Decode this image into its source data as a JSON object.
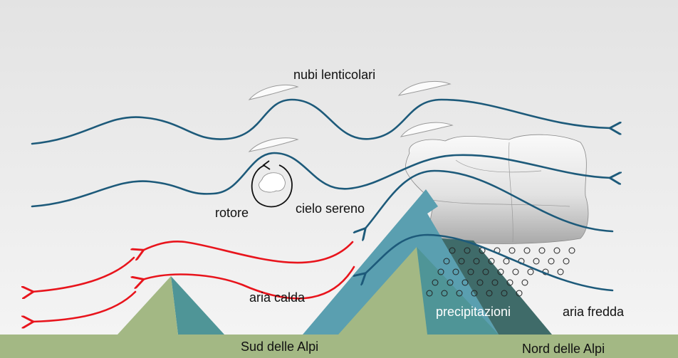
{
  "labels": {
    "lenticular": "nubi lenticolari",
    "rotor": "rotore",
    "clear_sky": "cielo sereno",
    "warm_air": "aria calda",
    "precipitation": "precipitazioni",
    "cold_air": "aria fredda",
    "south": "Sud delle Alpi",
    "north": "Nord delle Alpi"
  },
  "colors": {
    "wind": "#1d5a7a",
    "warm": "#e8141c",
    "ground": "#a3b884",
    "mountain_green": "#a3b884",
    "mountain_teal": "#4f9597",
    "mountain_blue": "#5a9fb0",
    "mountain_dark": "#3f6b69"
  }
}
